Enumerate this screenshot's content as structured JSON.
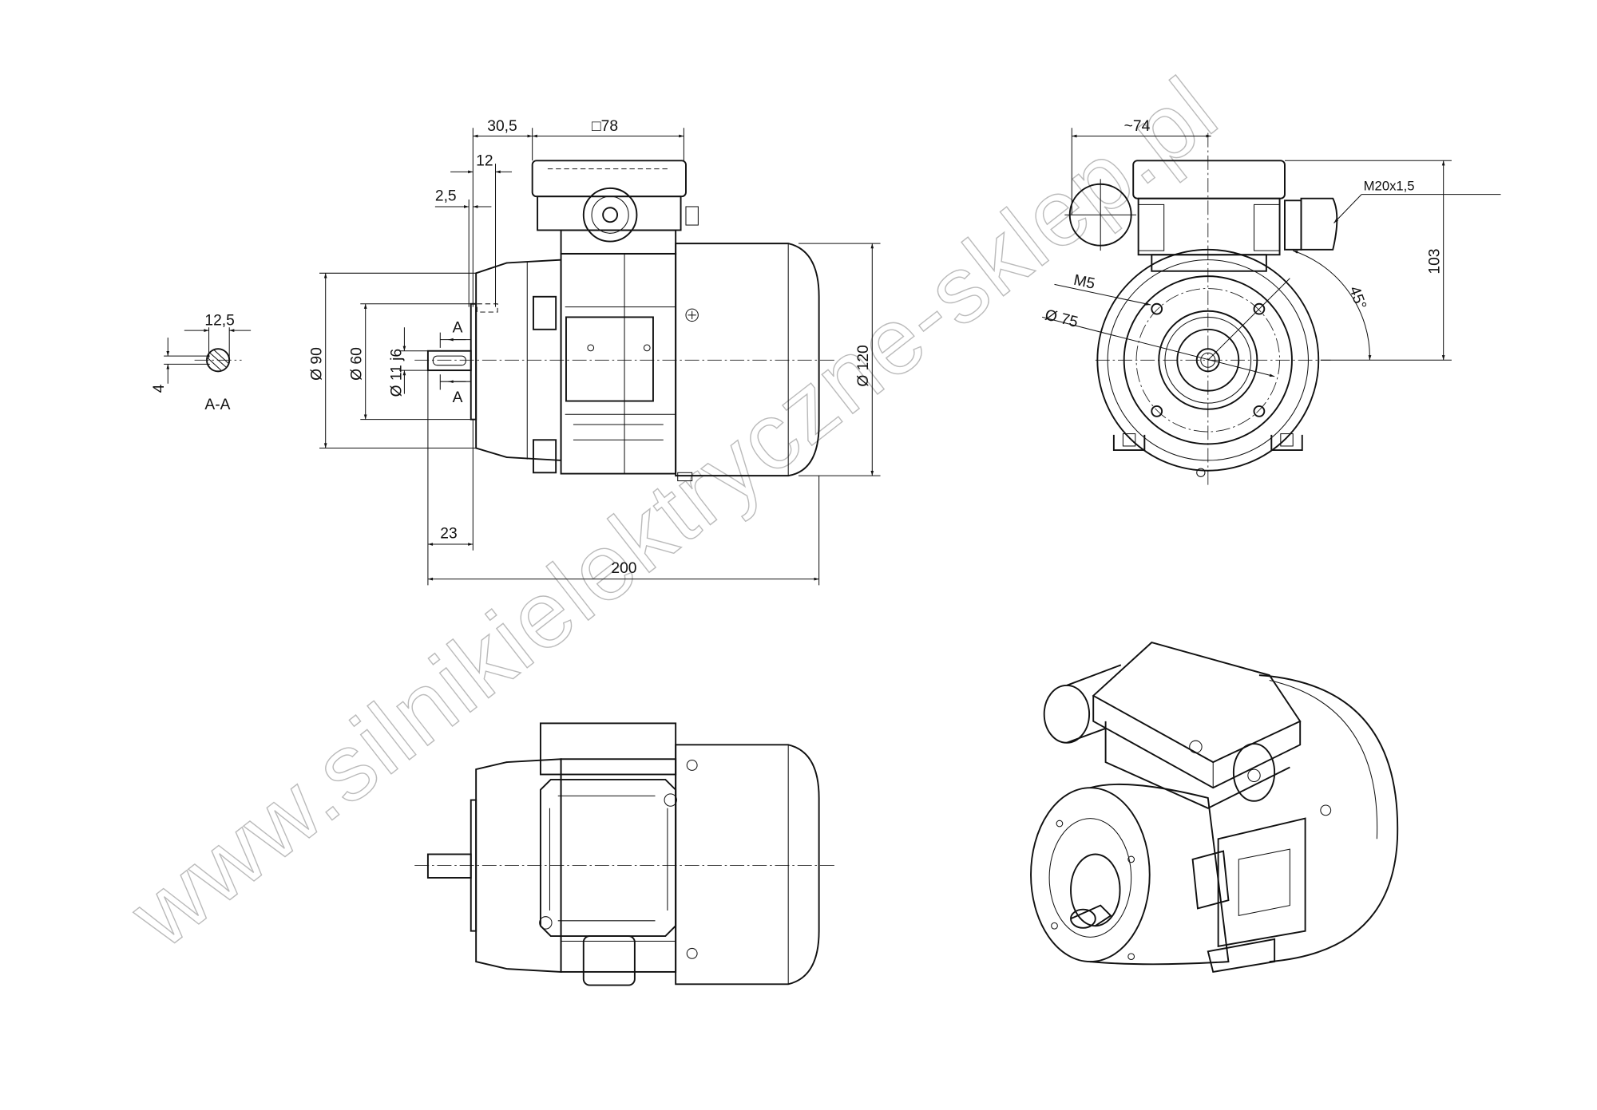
{
  "watermark": "www.silnikielektryczne-sklep.pl",
  "front_view": {
    "dim_30_5": "30,5",
    "dim_square_78": "□78",
    "dim_12": "12",
    "dim_2_5": "2,5",
    "dim_dia_90": "Ø 90",
    "dim_dia_60": "Ø 60",
    "dim_dia_11": "Ø 11 j6",
    "section_mark_top": "A",
    "section_mark_bottom": "A",
    "dim_dia_120": "Ø 120",
    "dim_23": "23",
    "dim_200": "200"
  },
  "section_view": {
    "dim_12_5": "12,5",
    "dim_4": "4",
    "label": "A-A"
  },
  "side_view": {
    "dim_74": "~74",
    "dim_103": "103",
    "gland_thread": "M20x1,5",
    "hole_thread": "M5",
    "dim_dia_75": "Ø 75",
    "angle": "45°"
  }
}
